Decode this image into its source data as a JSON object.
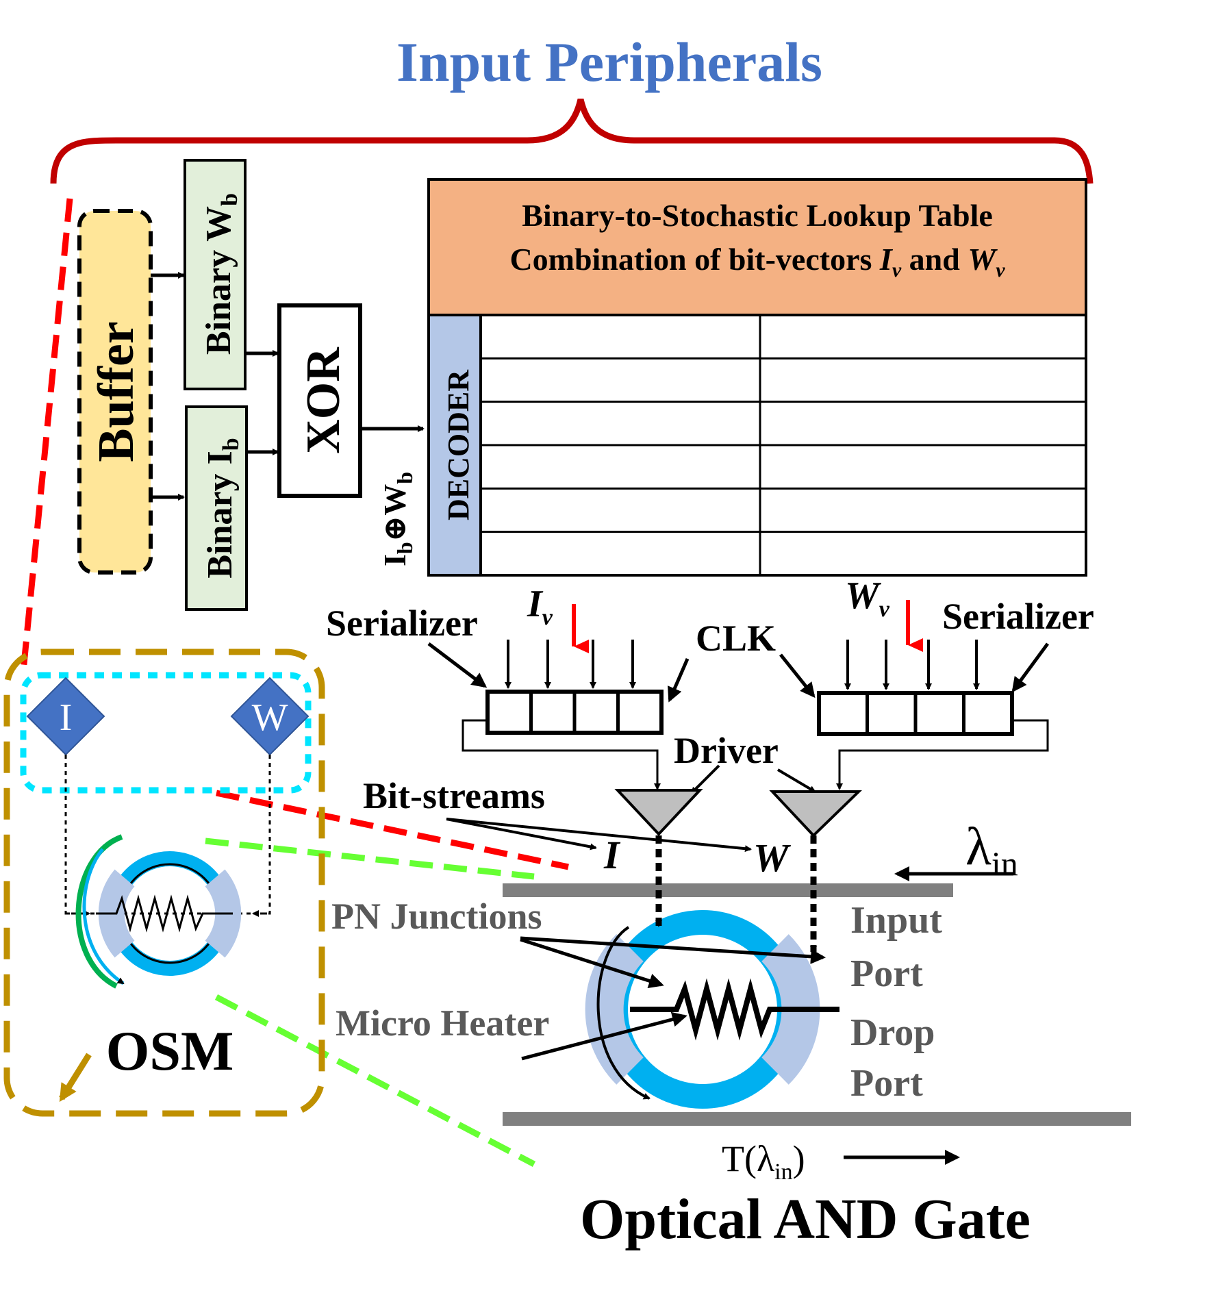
{
  "title": "Input Peripherals",
  "buffer": {
    "label": "Buffer"
  },
  "binary_w": {
    "label": "Binary W",
    "sub": "b"
  },
  "binary_i": {
    "label": "Binary I",
    "sub": "b"
  },
  "xor": {
    "label": "XOR",
    "output_main": "I",
    "output_sub1": "b",
    "output_op": "⊕W",
    "output_sub2": "b"
  },
  "lookup": {
    "line1": "Binary-to-Stochastic Lookup Table",
    "line2_a": "Combination of bit-vectors ",
    "line2_iv": "I",
    "line2_v": "v",
    "line2_and": " and ",
    "line2_wv": "W",
    "line2_v2": "v",
    "rows": 6,
    "cols": 2
  },
  "decoder": {
    "label": "DECODER"
  },
  "serializer_left": {
    "label": "Serializer"
  },
  "serializer_right": {
    "label": "Serializer"
  },
  "iv": {
    "main": "I",
    "sub": "v"
  },
  "wv": {
    "main": "W",
    "sub": "v"
  },
  "clk": {
    "label": "CLK"
  },
  "driver": {
    "label": "Driver"
  },
  "bitstreams": {
    "label": "Bit-streams",
    "i": "I",
    "w": "W"
  },
  "lambda_in": {
    "main": "λ",
    "sub": "in"
  },
  "osm": {
    "label": "OSM",
    "i_label": "I",
    "w_label": "W"
  },
  "pn": {
    "label": "PN Junctions"
  },
  "heater": {
    "label": "Micro Heater"
  },
  "input_port": {
    "line1": "Input",
    "line2": "Port"
  },
  "drop_port": {
    "line1": "Drop",
    "line2": "Port"
  },
  "transmission": {
    "prefix": "T(",
    "lambda": "λ",
    "sub": "in",
    "suffix": ")"
  },
  "gate": {
    "label": "Optical AND Gate"
  },
  "colors": {
    "title_blue": "#4472c4",
    "brace_red": "#c00000",
    "buffer_fill": "#ffe699",
    "binary_fill": "#e2efda",
    "lookup_fill": "#f4b183",
    "decoder_fill": "#b4c7e7",
    "osm_border": "#bf9000",
    "cyan": "#00e5ff",
    "red_dash": "#ff0000",
    "green_dash": "#66ff33",
    "ring_blue": "#00b0f0",
    "ring_light": "#b4c7e7",
    "diamond": "#4472c4",
    "gray_text": "#595959",
    "waveguide": "#808080",
    "driver_fill": "#bfbfbf"
  }
}
